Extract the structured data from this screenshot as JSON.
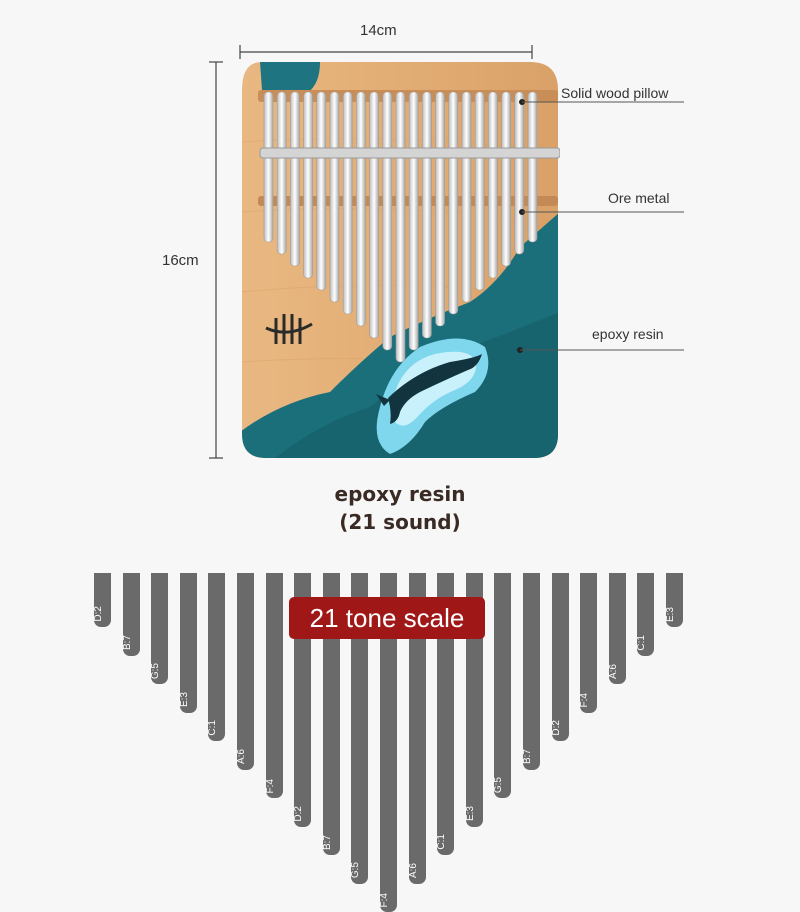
{
  "dimensions": {
    "width_label": "14cm",
    "height_label": "16cm"
  },
  "callouts": {
    "pillow": "Solid wood pillow",
    "metal": "Ore metal",
    "resin": "epoxy resin"
  },
  "product": {
    "title": "epoxy resin",
    "subtitle": "(21 sound)"
  },
  "scale": {
    "badge": "21 tone scale",
    "notes": [
      "D:2",
      "B:7",
      "G:5",
      "E:3",
      "C:1",
      "A:6",
      "F:4",
      "D:2",
      "B:7",
      "G:5",
      "F:4",
      "A:6",
      "C:1",
      "E:3",
      "G:5",
      "B:7",
      "D:2",
      "F:4",
      "A:6",
      "C:1",
      "E:3"
    ],
    "tine_color": "#6a6a6a",
    "badge_color": "#9f1717"
  },
  "colors": {
    "wood": "#e4b27c",
    "resin": "#1b6f7a",
    "glow": "#7fd7ee",
    "metal": "#e6e6e6"
  }
}
